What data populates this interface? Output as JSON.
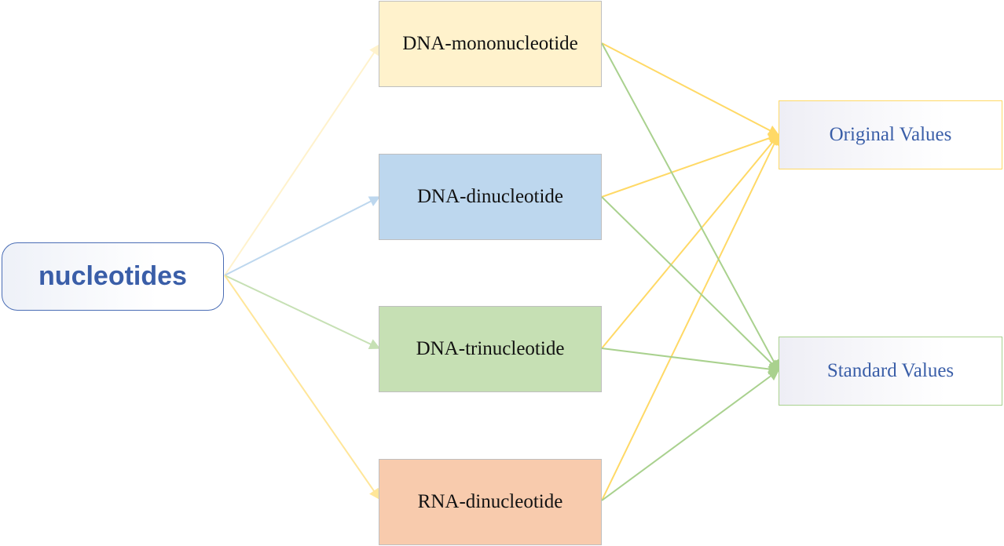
{
  "nodes": {
    "source": "nucleotides",
    "middle": [
      "DNA-mononucleotide",
      "DNA-dinucleotide",
      "DNA-trinucleotide",
      "RNA-dinucleotide"
    ],
    "outputs": [
      "Original Values",
      "Standard Values"
    ]
  },
  "edges": [
    {
      "from": "nucleotides",
      "to": "DNA-mononucleotide",
      "color": "#fff2cc"
    },
    {
      "from": "nucleotides",
      "to": "DNA-dinucleotide",
      "color": "#bdd7ee"
    },
    {
      "from": "nucleotides",
      "to": "DNA-trinucleotide",
      "color": "#c6e0b4"
    },
    {
      "from": "nucleotides",
      "to": "RNA-dinucleotide",
      "color": "#ffe699"
    },
    {
      "from": "DNA-mononucleotide",
      "to": "Original Values",
      "color": "#ffd966"
    },
    {
      "from": "DNA-dinucleotide",
      "to": "Original Values",
      "color": "#ffd966"
    },
    {
      "from": "DNA-trinucleotide",
      "to": "Original Values",
      "color": "#ffd966"
    },
    {
      "from": "RNA-dinucleotide",
      "to": "Original Values",
      "color": "#ffd966"
    },
    {
      "from": "DNA-mononucleotide",
      "to": "Standard Values",
      "color": "#a9d18e"
    },
    {
      "from": "DNA-dinucleotide",
      "to": "Standard Values",
      "color": "#a9d18e"
    },
    {
      "from": "DNA-trinucleotide",
      "to": "Standard Values",
      "color": "#a9d18e"
    },
    {
      "from": "RNA-dinucleotide",
      "to": "Standard Values",
      "color": "#a9d18e"
    }
  ]
}
